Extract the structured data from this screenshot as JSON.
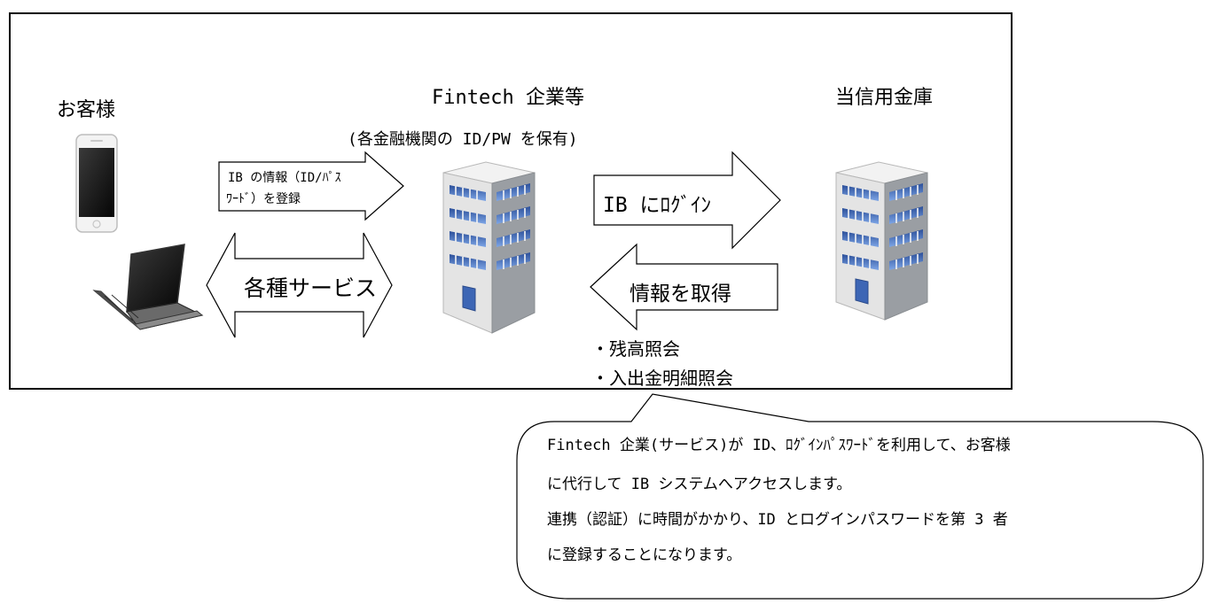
{
  "customer": {
    "label": "お客様"
  },
  "fintech": {
    "label": "Fintech 企業等",
    "note": "(各金融機関の ID/PW を保有)"
  },
  "bank": {
    "label": "当信用金庫"
  },
  "arrows": {
    "register_line1": "IB の情報（ID/ﾊﾟｽ",
    "register_line2": "ﾜｰﾄﾞ）を登録",
    "services": "各種サービス",
    "login": "IB にﾛｸﾞｲﾝ",
    "get_info": "情報を取得"
  },
  "features": [
    "・残高照会",
    "・入出金明細照会"
  ],
  "callout": {
    "lines": [
      "Fintech 企業(サービス)が ID、ﾛｸﾞｲﾝﾊﾟｽﾜｰﾄﾞを利用して、お客様",
      "に代行して IB システムへアクセスします。",
      "連携（認証）に時間がかかり、ID とログインパスワードを第 3 者",
      "に登録することになります。"
    ]
  },
  "colors": {
    "building_light": "#e4e4e4",
    "building_dark": "#9a9ea3",
    "window_blue": "#4f7fd0",
    "door_blue": "#3d66b5"
  },
  "icons": [
    "smartphone-icon",
    "laptop-icon",
    "building-icon"
  ]
}
